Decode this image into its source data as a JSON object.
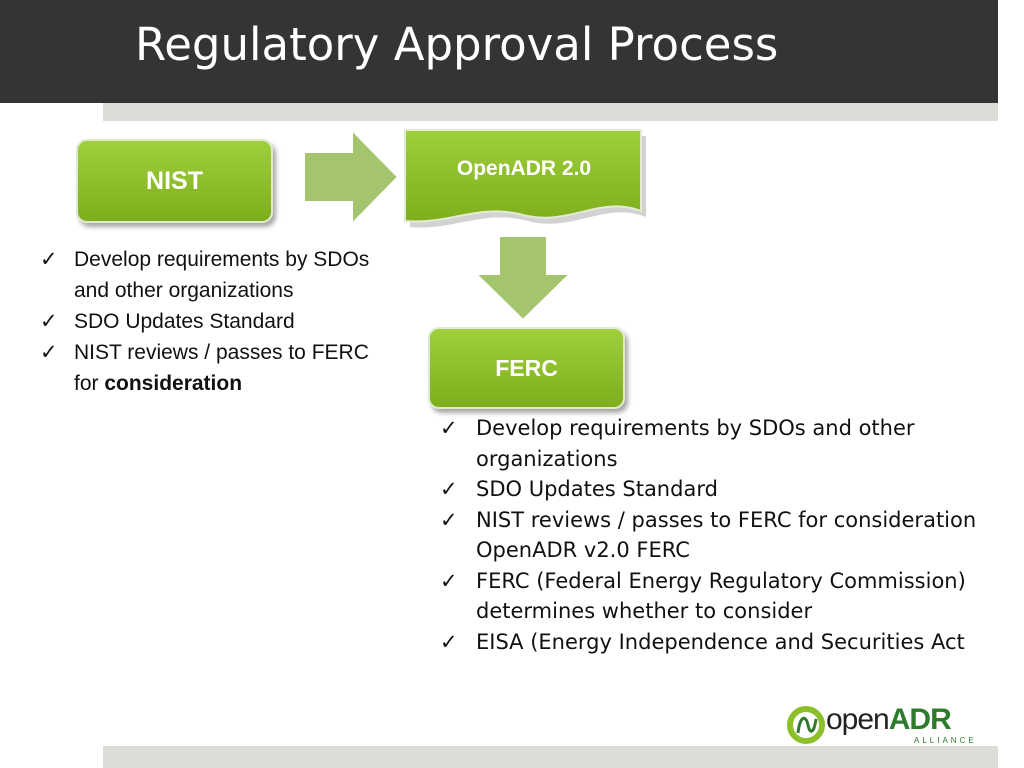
{
  "slide": {
    "title": "Regulatory Approval Process"
  },
  "diagram": {
    "nist_label": "NIST",
    "openadr_label": "OpenADR 2.0",
    "ferc_label": "FERC",
    "colors": {
      "box_green": "#8dbf2a",
      "arrow_green": "#a5c46e",
      "title_bar": "#343434"
    }
  },
  "left_list": {
    "check_icon": "✓",
    "items": [
      {
        "text": "Develop requirements by SDOs and other organizations"
      },
      {
        "text": "SDO Updates Standard"
      },
      {
        "text": "NIST reviews / passes to FERC for ",
        "bold": "consideration"
      }
    ]
  },
  "right_list": {
    "check_icon": "✓",
    "items": [
      "Develop requirements by SDOs and other organizations",
      "SDO Updates Standard",
      "NIST reviews / passes to FERC for consideration OpenADR v2.0 FERC",
      "FERC (Federal Energy Regulatory Commission) determines whether to consider",
      "EISA (Energy Independence and Securities Act"
    ]
  },
  "logo": {
    "prefix": "open",
    "brand": "ADR",
    "sub": "ALLIANCE"
  }
}
